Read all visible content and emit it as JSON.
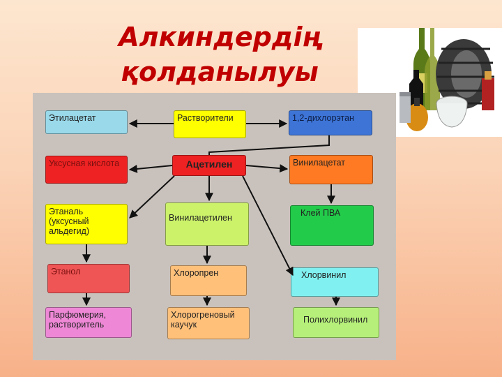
{
  "slide": {
    "title_line1": "Алкиндердің",
    "title_line2": "қолданылуы"
  },
  "diagram": {
    "nodes": {
      "ethyl_acetate": "Этилацетат",
      "solvents": "Растворители",
      "dichloroethane": "1,2-дихлорэтан",
      "acetic_acid": "Уксусная кислота",
      "acetylene": "Ацетилен",
      "vinyl_acetate": "Винилацетат",
      "ethanal": "Этаналь (уксусный альдегид)",
      "vinylacetylene": "Винилацетилен",
      "pva_glue": "Клей ПВА",
      "ethanol": "Этанол",
      "chloroprene": "Хлоропрен",
      "vinyl_chloride": "Хлорвинил",
      "perfumery": "Парфюмерия, растворитель",
      "chloroprene_rubber": "Хлорогреновый каучук",
      "polyvinyl_chloride": "Полихлорвинил"
    },
    "colors": {
      "light_blue": "#99d9ea",
      "yellow": "#ffff00",
      "blue": "#3d74d6",
      "red": "#ee2222",
      "orange": "#ff7a22",
      "light_green": "#ccf26a",
      "green": "#22cc4a",
      "coral": "#f05555",
      "peach": "#ffc07a",
      "cyan": "#80f0f0",
      "pink": "#ee88d6",
      "pale_green": "#b6f07a"
    }
  }
}
